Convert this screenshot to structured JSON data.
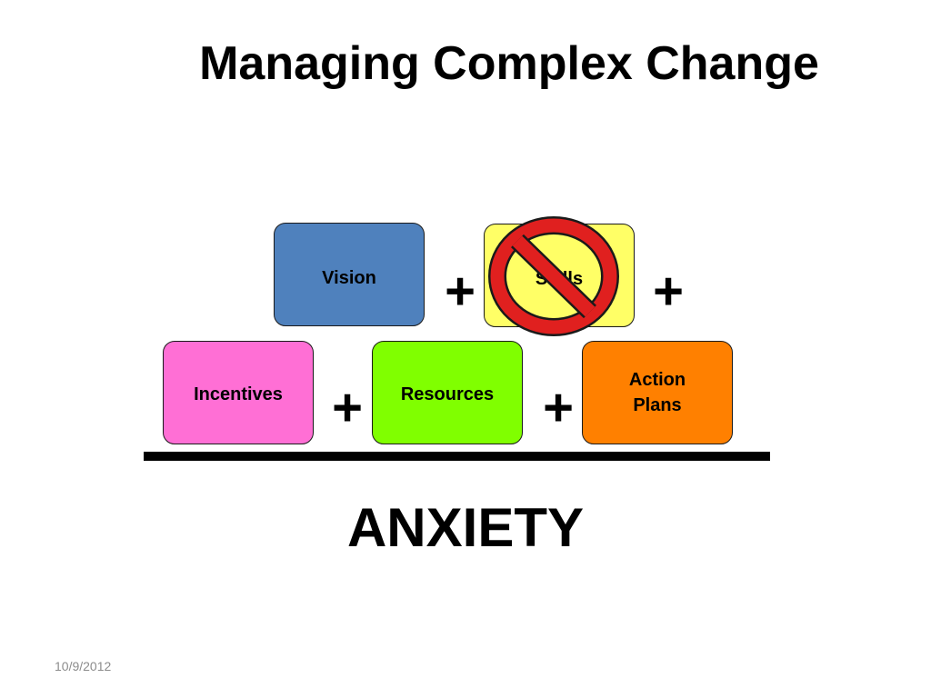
{
  "slide": {
    "title": "Managing Complex Change",
    "date": "10/9/2012"
  },
  "components": {
    "vision": "Vision",
    "skills": "Skills",
    "incentives": "Incentives",
    "resources": "Resources",
    "action_plans_line1": "Action",
    "action_plans_line2": "Plans"
  },
  "operators": {
    "plus": "+"
  },
  "result": "ANXIETY",
  "colors": {
    "vision": "#4f81bd",
    "skills": "#ffff66",
    "incentives": "#ff6fd5",
    "resources": "#80ff00",
    "action_plans": "#ff8000",
    "prohibition": "#e0201f"
  },
  "icons": {
    "missing_component_marker": "prohibition-icon"
  }
}
